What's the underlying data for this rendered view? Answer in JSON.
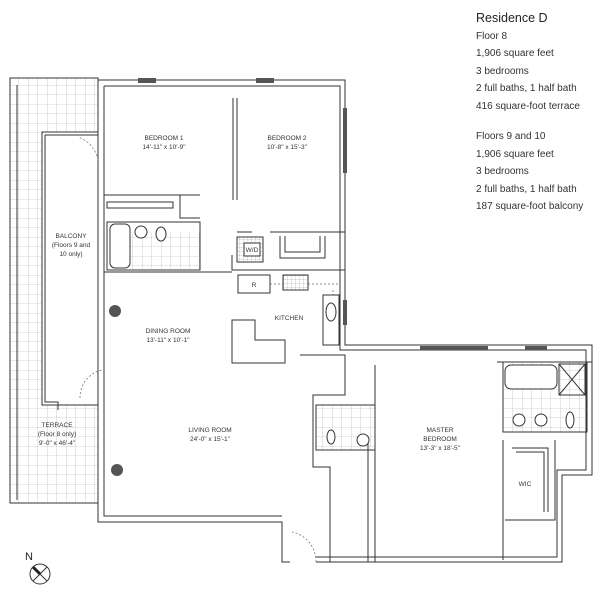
{
  "info": {
    "title": "Residence D",
    "floor8": {
      "heading": "Floor 8",
      "area": "1,906 square feet",
      "bedrooms": "3 bedrooms",
      "baths": "2 full baths, 1 half bath",
      "outdoor": "416 square-foot terrace"
    },
    "floors9_10": {
      "heading": "Floors 9 and 10",
      "area": "1,906 square feet",
      "bedrooms": "3 bedrooms",
      "baths": "2 full baths, 1 half bath",
      "outdoor": "187 square-foot balcony"
    }
  },
  "rooms": {
    "bedroom1": {
      "name": "BEDROOM 1",
      "dims": "14'-11\" x 10'-9\""
    },
    "bedroom2": {
      "name": "BEDROOM 2",
      "dims": "10'-8\" x 15'-3\""
    },
    "balcony": {
      "name": "BALCONY",
      "note1": "(Floors 9 and",
      "note2": "10 only)"
    },
    "dining": {
      "name": "DINING ROOM",
      "dims": "13'-11\" x 10'-1\""
    },
    "kitchen": {
      "name": "KITCHEN"
    },
    "living": {
      "name": "LIVING ROOM",
      "dims": "24'-0\" x 15'-1\""
    },
    "terrace": {
      "name": "TERRACE",
      "note": "(Floor 8 only)",
      "dims": "9'-0\" x 46'-4\""
    },
    "master": {
      "name1": "MASTER",
      "name2": "BEDROOM",
      "dims": "13'-3\" x 18'-5\""
    },
    "wic": {
      "name": "WIC"
    },
    "laundry": {
      "name": "W/D"
    },
    "fridge": {
      "name": "R"
    }
  },
  "compass": {
    "label": "N"
  }
}
